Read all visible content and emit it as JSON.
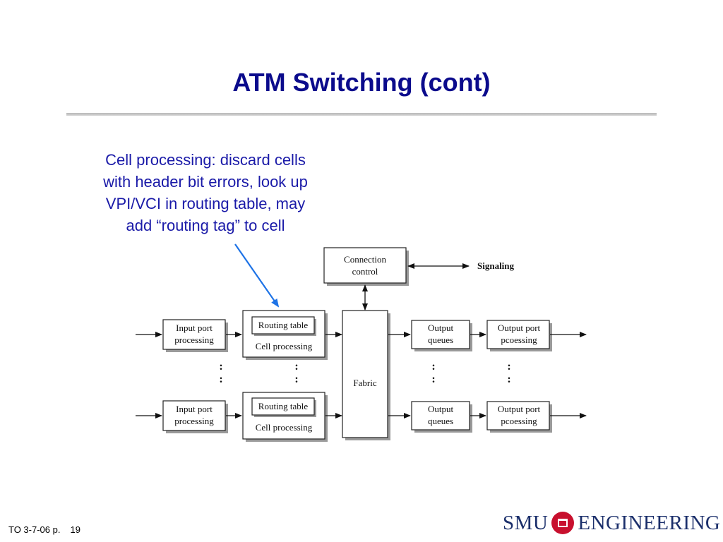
{
  "slide": {
    "title": "ATM Switching (cont)",
    "callout_lines": [
      "Cell processing: discard cells",
      "with header bit errors, look up",
      "VPI/VCI in routing table, may",
      "add “routing tag” to cell"
    ]
  },
  "diagram": {
    "connection_control": [
      "Connection",
      "control"
    ],
    "signaling": "Signaling",
    "fabric": "Fabric",
    "input_port": [
      "Input port",
      "processing"
    ],
    "routing_table": "Routing table",
    "cell_processing": "Cell processing",
    "output_queues": [
      "Output",
      "queues"
    ],
    "output_port": [
      "Output port",
      "pcoessing"
    ],
    "ellipsis": ":"
  },
  "footer": {
    "course": "TO 3-7-06 p.",
    "page": "19"
  },
  "logo": {
    "left_text": "SMU",
    "right_text": "ENGINEERING",
    "seal_color": "#c8102e",
    "text_color": "#1b2f6b"
  },
  "colors": {
    "title": "#0b0b8c",
    "callout": "#1a1aa8",
    "callout_arrow": "#1e73e6"
  }
}
